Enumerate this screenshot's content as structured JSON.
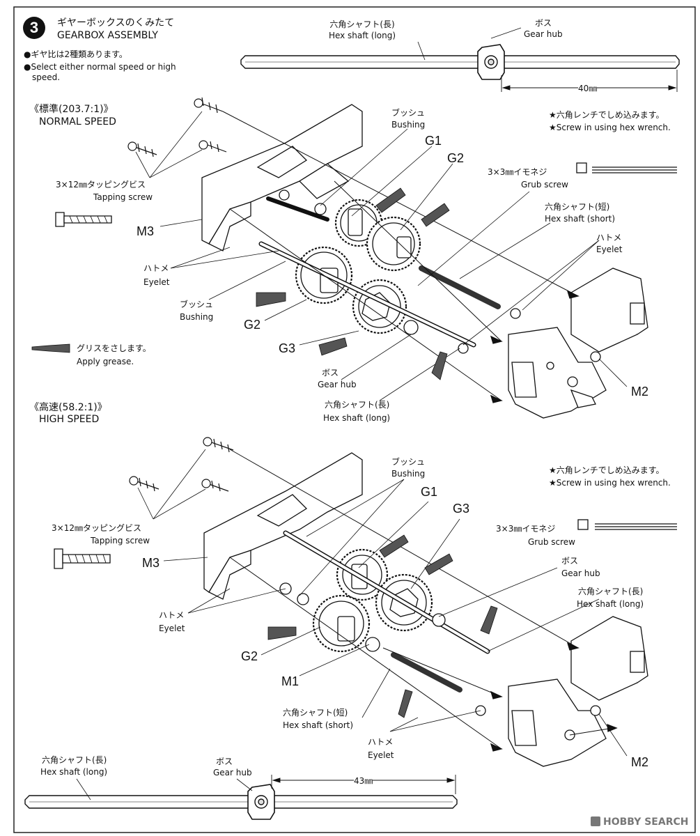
{
  "step": {
    "number": "3",
    "title_jp": "ギヤーボックスのくみたて",
    "title_en": "GEARBOX ASSEMBLY"
  },
  "notes": [
    "●ギヤ比は2種類あります。",
    "●Select either normal speed or high",
    "speed."
  ],
  "normal": {
    "heading_jp": "《標準(203.7:1)》",
    "heading_en": "NORMAL SPEED"
  },
  "high": {
    "heading_jp": "《高速(58.2:1)》",
    "heading_en": "HIGH SPEED"
  },
  "top_shaft": {
    "jp": "六角シャフト(長)",
    "en": "Hex shaft (long)",
    "hub_jp": "ボス",
    "hub_en": "Gear hub",
    "dim": "40㎜"
  },
  "bottom_shaft": {
    "jp": "六角シャフト(長)",
    "en": "Hex shaft (long)",
    "hub_jp": "ボス",
    "hub_en": "Gear hub",
    "dim": "43㎜"
  },
  "hex_note": {
    "jp": "★六角レンチでしめ込みます。",
    "en": "★Screw in using hex wrench."
  },
  "labels_normal": {
    "bushing_top_jp": "ブッシュ",
    "bushing_top_en": "Bushing",
    "g1": "G1",
    "g2_top": "G2",
    "grub_jp": "3×3㎜イモネジ",
    "grub_en": "Grub screw",
    "shaft_short_jp": "六角シャフト(短)",
    "shaft_short_en": "Hex shaft (short)",
    "eyelet_r_jp": "ハトメ",
    "eyelet_r_en": "Eyelet",
    "tap_jp": "3×12㎜タッピングビス",
    "tap_en": "Tapping screw",
    "m3": "M3",
    "eyelet_l_jp": "ハトメ",
    "eyelet_l_en": "Eyelet",
    "bushing_l_jp": "ブッシュ",
    "bushing_l_en": "Bushing",
    "g2_bottom": "G2",
    "g3": "G3",
    "hub_jp": "ボス",
    "hub_en": "Gear hub",
    "shaft_long_jp": "六角シャフト(長)",
    "shaft_long_en": "Hex shaft (long)",
    "m2": "M2"
  },
  "grease": {
    "jp": "グリスをさします。",
    "en": "Apply grease."
  },
  "labels_high": {
    "bushing_jp": "ブッシュ",
    "bushing_en": "Bushing",
    "g1": "G1",
    "g3": "G3",
    "grub_jp": "3×3㎜イモネジ",
    "grub_en": "Grub screw",
    "hub_jp": "ボス",
    "hub_en": "Gear hub",
    "shaft_long_jp": "六角シャフト(長)",
    "shaft_long_en": "Hex shaft (long)",
    "tap_jp": "3×12㎜タッピングビス",
    "tap_en": "Tapping screw",
    "m3": "M3",
    "eyelet_l_jp": "ハトメ",
    "eyelet_l_en": "Eyelet",
    "g2": "G2",
    "m1": "M1",
    "shaft_short_jp": "六角シャフト(短)",
    "shaft_short_en": "Hex shaft (short)",
    "eyelet_b_jp": "ハトメ",
    "eyelet_b_en": "Eyelet",
    "m2": "M2"
  },
  "watermark": "HOBBY SEARCH"
}
